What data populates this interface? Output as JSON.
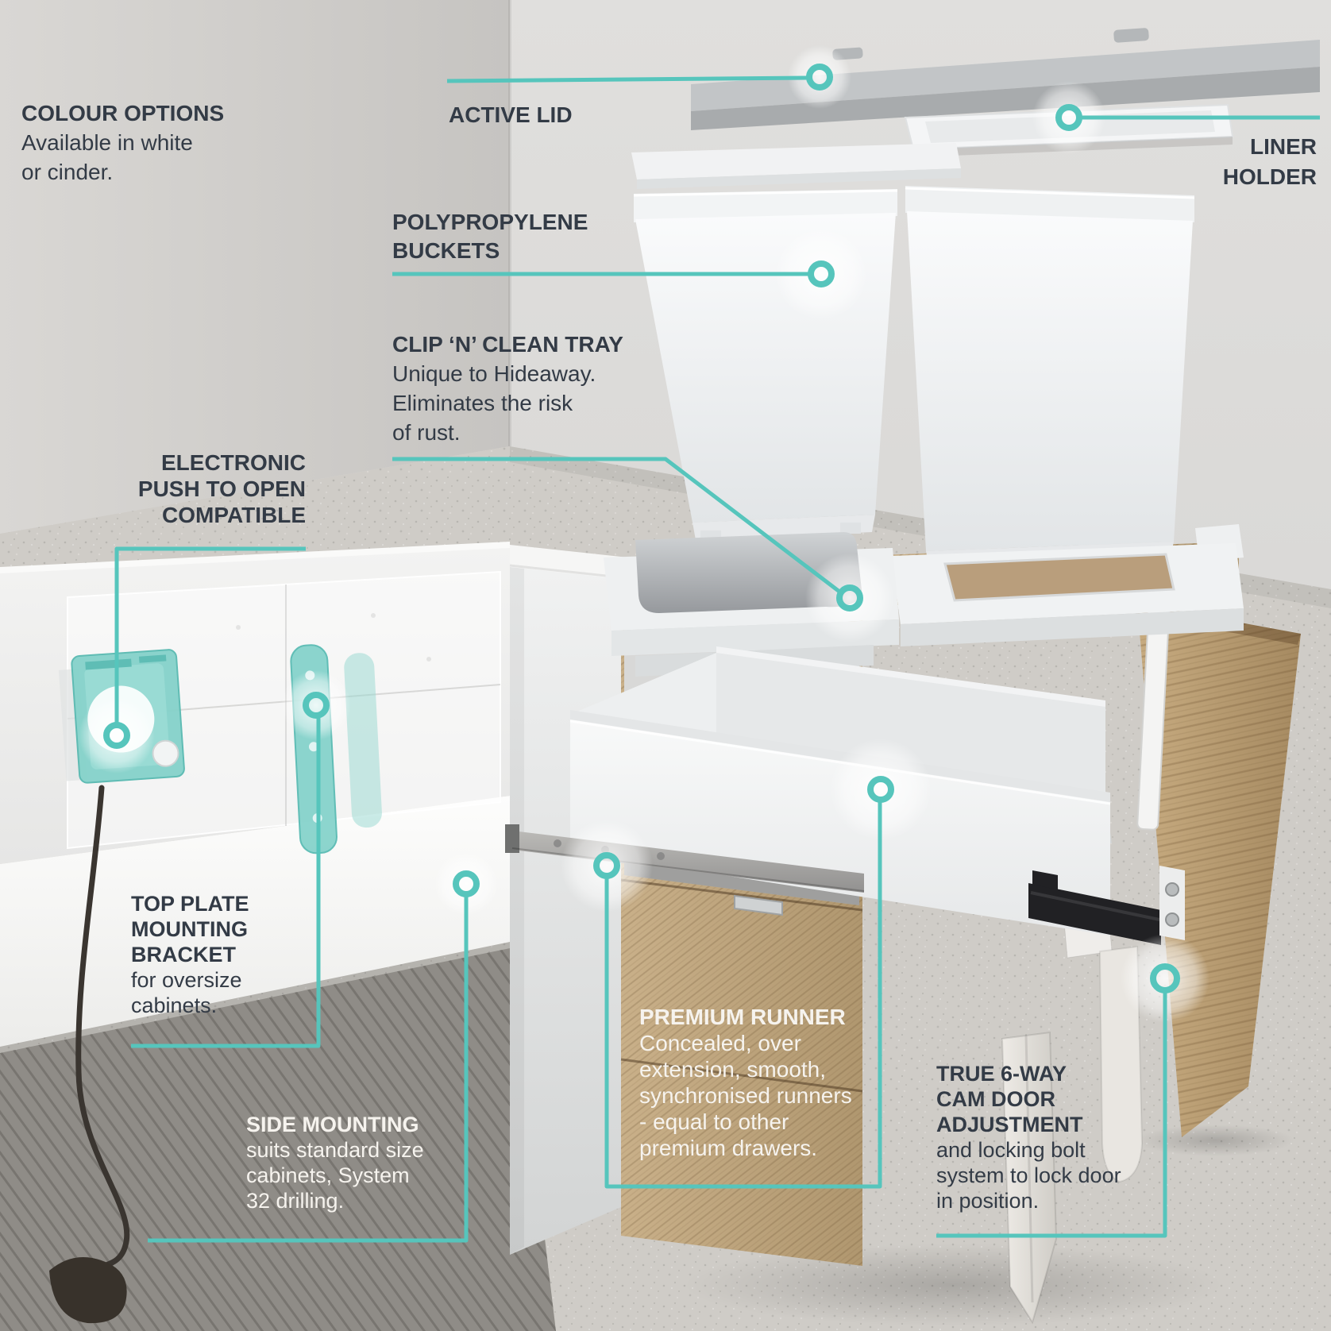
{
  "page": {
    "title": "Hideaway bin exploded feature diagram"
  },
  "colors": {
    "accent_teal": "#56c5bc",
    "label_dark": "#333b46",
    "label_light": "#f6f3ee",
    "wall": "#d7d6d4",
    "wood": "#c0a67e"
  },
  "icons": {
    "callout_marker": "ring-marker"
  },
  "labels": {
    "colour_options": {
      "heading": "COLOUR OPTIONS",
      "lines": [
        "Available in white",
        "or cinder."
      ]
    },
    "active_lid": {
      "heading": "ACTIVE LID"
    },
    "liner_holder": {
      "heading_lines": [
        "LINER",
        "HOLDER"
      ]
    },
    "buckets": {
      "heading_lines": [
        "POLYPROPYLENE",
        "BUCKETS"
      ]
    },
    "clip_tray": {
      "heading": "CLIP  ‘N’ CLEAN TRAY",
      "lines": [
        "Unique to Hideaway.",
        "Eliminates the risk",
        "of rust."
      ]
    },
    "push_to_open": {
      "heading_lines": [
        "ELECTRONIC",
        "PUSH TO OPEN",
        "COMPATIBLE"
      ]
    },
    "top_plate": {
      "heading_lines": [
        "TOP PLATE",
        "MOUNTING",
        "BRACKET"
      ],
      "lines": [
        "for oversize",
        "cabinets."
      ]
    },
    "side_mounting": {
      "heading": "SIDE MOUNTING",
      "lines": [
        "suits standard size",
        "cabinets, System",
        "32 drilling."
      ]
    },
    "premium_runner": {
      "heading": "PREMIUM RUNNER",
      "lines": [
        "Concealed, over",
        "extension, smooth,",
        "synchronised runners",
        "- equal to other",
        "premium drawers."
      ]
    },
    "cam_adjustment": {
      "heading_lines": [
        "TRUE 6-WAY",
        "CAM DOOR",
        "ADJUSTMENT"
      ],
      "lines": [
        "and locking bolt",
        "system to lock door",
        "in position."
      ]
    }
  }
}
